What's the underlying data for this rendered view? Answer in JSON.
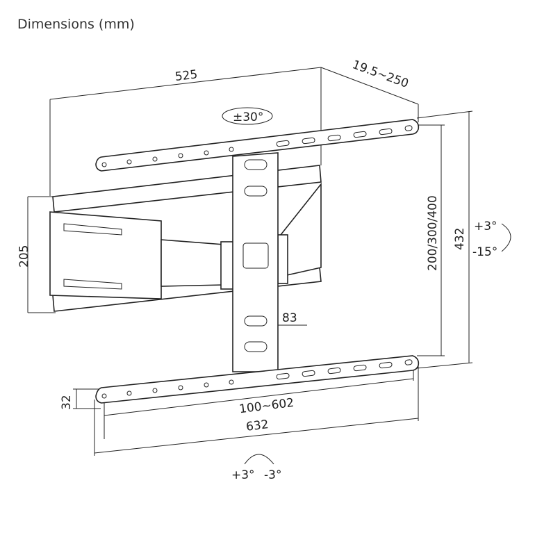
{
  "title": "Dimensions (mm)",
  "dimensions": {
    "width": "525",
    "depth": "19.5~250",
    "swivel": "±30°",
    "arm_height": "205",
    "vesa_vertical": "200/300/400",
    "total_height": "432",
    "tilt_up": "+3°",
    "tilt_down": "-15°",
    "post_width": "83",
    "rail_height": "32",
    "vesa_horizontal": "100~602",
    "rail_length": "632",
    "level_plus": "+3°",
    "level_minus": "-3°"
  }
}
